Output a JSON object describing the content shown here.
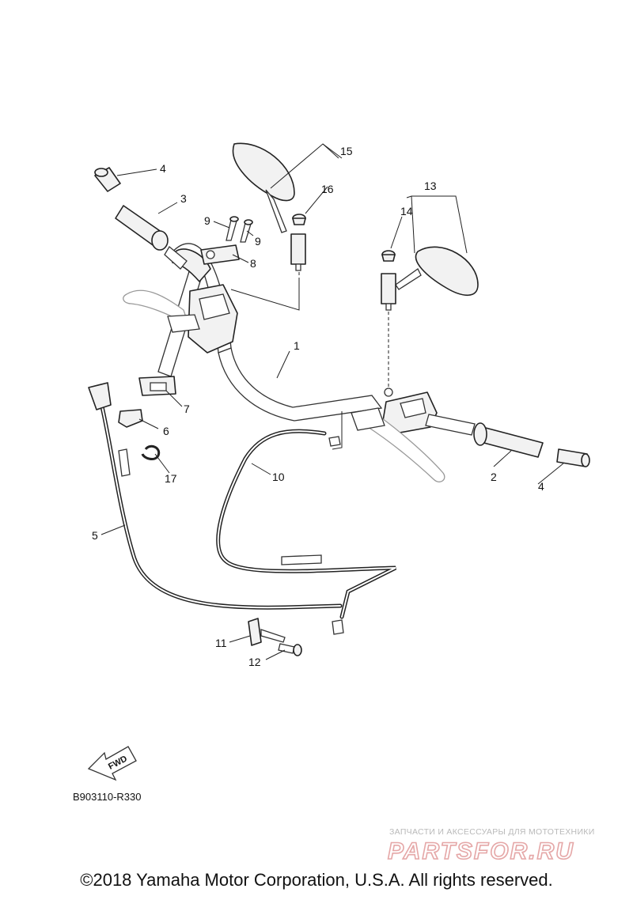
{
  "diagram": {
    "callouts": [
      "1",
      "2",
      "3",
      "4",
      "4",
      "5",
      "6",
      "7",
      "8",
      "9",
      "9",
      "10",
      "11",
      "12",
      "13",
      "14",
      "15",
      "16",
      "17"
    ],
    "drawing_code": "B903110-R330",
    "fwd_label": "FWD"
  },
  "watermark": {
    "tagline": "ЗАПЧАСТИ И АКСЕССУАРЫ ДЛЯ МОТОТЕХНИКИ",
    "brand": "PARTSFOR.RU"
  },
  "footer": {
    "copyright": "©2018 Yamaha Motor Corporation, U.S.A. All rights reserved."
  }
}
